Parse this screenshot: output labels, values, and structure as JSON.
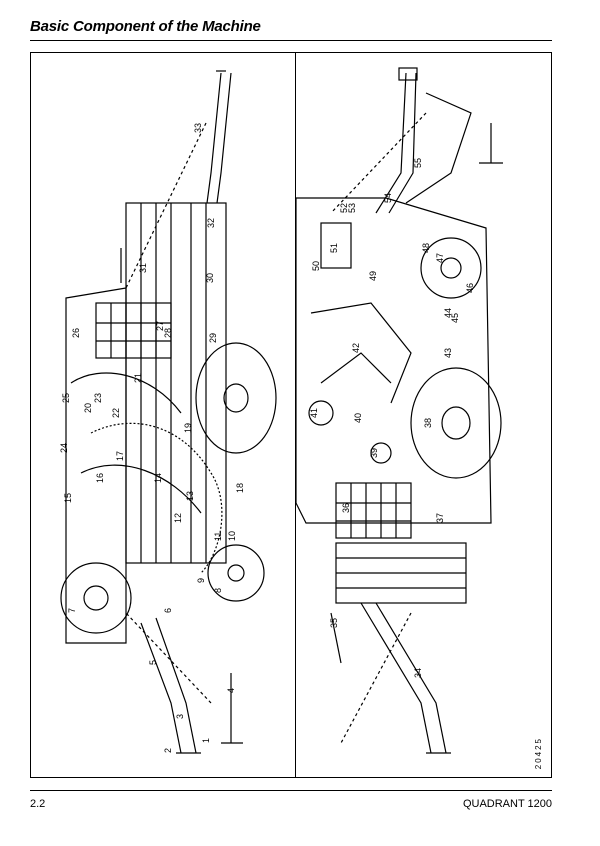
{
  "header": {
    "title": "Basic Component of the Machine"
  },
  "footer": {
    "page_number": "2.2",
    "document": "QUADRANT 1200"
  },
  "figure": {
    "reference": "20425",
    "left_callouts": [
      "1",
      "2",
      "3",
      "4",
      "5",
      "6",
      "7",
      "8",
      "9",
      "10",
      "11",
      "12",
      "13",
      "14",
      "15",
      "16",
      "17",
      "18",
      "19",
      "20",
      "21",
      "22",
      "23",
      "24",
      "25",
      "26",
      "27",
      "28",
      "29",
      "30",
      "31",
      "32",
      "33"
    ],
    "right_callouts": [
      "34",
      "35",
      "36",
      "37",
      "38",
      "39",
      "40",
      "41",
      "42",
      "43",
      "44",
      "45",
      "46",
      "47",
      "48",
      "49",
      "50",
      "51",
      "52",
      "53",
      "54",
      "55"
    ]
  }
}
